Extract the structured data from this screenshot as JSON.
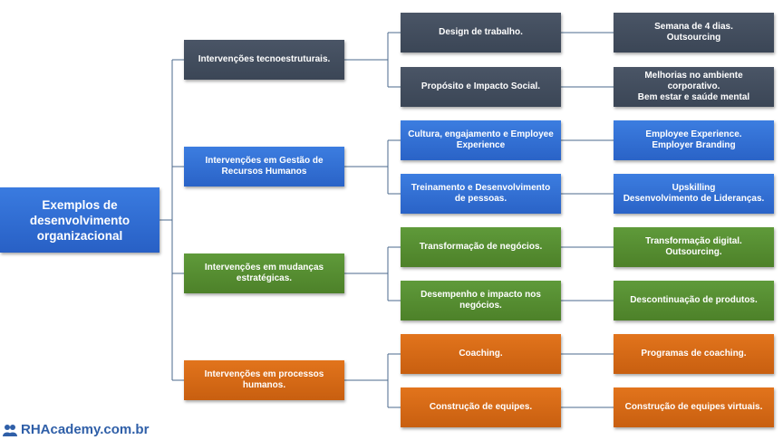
{
  "colors": {
    "navy": "#3f4a5b",
    "blue": "#2f6fd6",
    "green": "#558a30",
    "orange": "#d66a14",
    "connector": "#4b6a8c"
  },
  "root": {
    "label": "Exemplos de\ndesenvolvimento\norganizacional"
  },
  "branches": [
    {
      "label": "Intervenções tecnoestruturais.",
      "color": "navy",
      "children": [
        {
          "label": "Design de trabalho.",
          "detail": "Semana de 4 dias.\nOutsourcing"
        },
        {
          "label": "Propósito e Impacto Social.",
          "detail": "Melhorias no ambiente\ncorporativo.\nBem estar e saúde mental"
        }
      ]
    },
    {
      "label": "Intervenções em Gestão de\nRecursos Humanos",
      "color": "blue",
      "children": [
        {
          "label": "Cultura, engajamento e Employee\nExperience",
          "detail": "Employee Experience.\nEmployer Branding"
        },
        {
          "label": "Treinamento e Desenvolvimento\nde pessoas.",
          "detail": "Upskilling\nDesenvolvimento de Lideranças."
        }
      ]
    },
    {
      "label": "Intervenções em mudanças\nestratégicas.",
      "color": "green",
      "children": [
        {
          "label": "Transformação de negócios.",
          "detail": "Transformação digital.\nOutsourcing."
        },
        {
          "label": "Desempenho e impacto nos\nnegócios.",
          "detail": "Descontinuação de produtos."
        }
      ]
    },
    {
      "label": "Intervenções em processos\nhumanos.",
      "color": "orange",
      "children": [
        {
          "label": "Coaching.",
          "detail": "Programas de coaching."
        },
        {
          "label": "Construção de equipes.",
          "detail": "Construção de equipes virtuais."
        }
      ]
    }
  ],
  "brand": {
    "text": "RHAcademy.com.br",
    "icon": "rh-logo-icon"
  }
}
